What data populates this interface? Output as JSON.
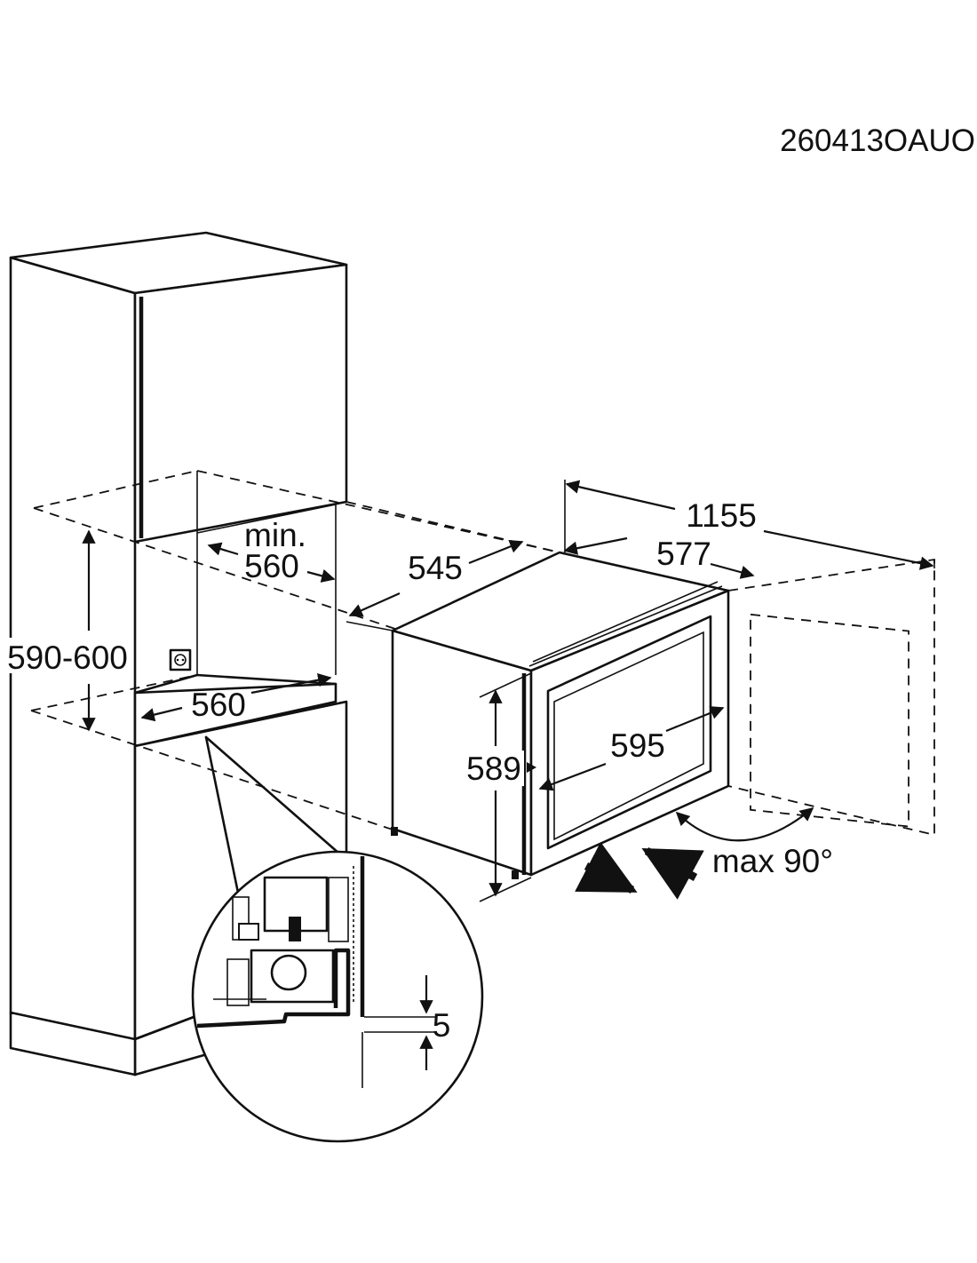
{
  "drawing_code": "260413OAUO",
  "dimensions": {
    "cabinet_height": "590-600",
    "niche_width_min_label": "min.",
    "niche_width_min": "560",
    "niche_depth": "560",
    "appliance_depth": "545",
    "appliance_width": "577",
    "overall_width": "1155",
    "front_width": "595",
    "front_height": "589",
    "door_opening": "max 90°",
    "gap": "5"
  }
}
